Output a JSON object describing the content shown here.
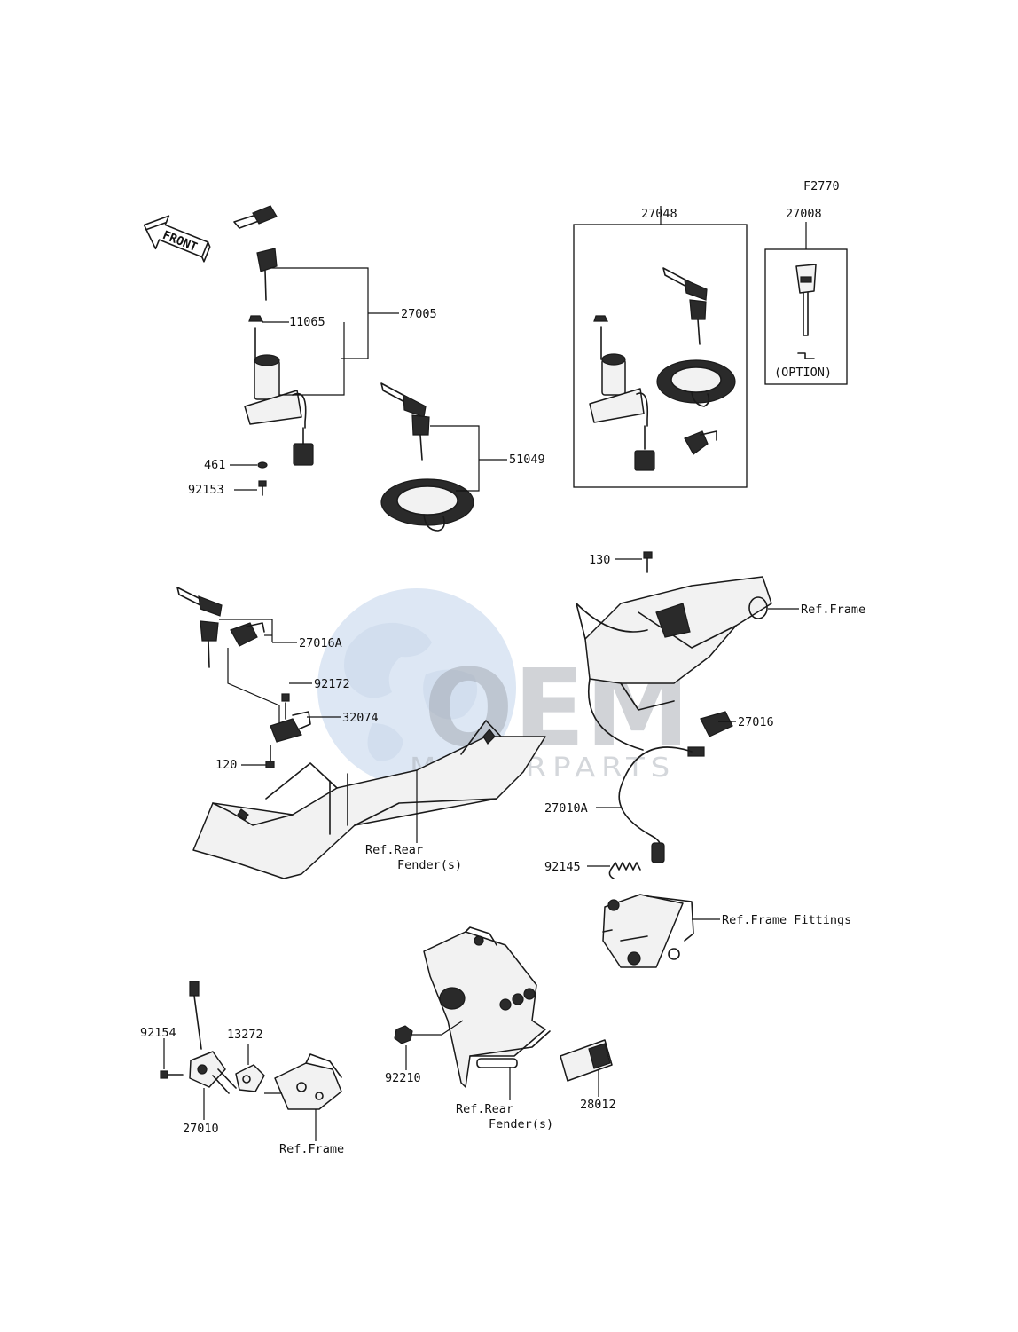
{
  "diagram_code": "F2770",
  "front_indicator": "FRONT",
  "watermark": {
    "brand": "OEM",
    "tagline": "MOTORPARTS"
  },
  "labels": {
    "p27048": "27048",
    "p27008": "27008",
    "option": "(OPTION)",
    "p27005": "27005",
    "p11065": "11065",
    "p461": "461",
    "p92153": "92153",
    "p51049": "51049",
    "p130": "130",
    "ref_frame_1": "Ref.Frame",
    "p27016A": "27016A",
    "p92172": "92172",
    "p32074": "32074",
    "p120": "120",
    "p27016": "27016",
    "ref_rear_fender_1a": "Ref.Rear",
    "ref_rear_fender_1b": "Fender(s)",
    "p27010A": "27010A",
    "p92145": "92145",
    "ref_frame_fittings": "Ref.Frame Fittings",
    "p92154": "92154",
    "p13272": "13272",
    "p27010": "27010",
    "ref_frame_2": "Ref.Frame",
    "p92210": "92210",
    "ref_rear_fender_2a": "Ref.Rear",
    "ref_rear_fender_2b": "Fender(s)",
    "p28012": "28012"
  },
  "icons": [
    "front-arrow-icon",
    "key-icon",
    "ignition-switch-icon",
    "fuel-cap-icon",
    "seat-lock-icon",
    "rear-fender-icon",
    "sensor-icon",
    "license-bracket-icon",
    "reflector-icon"
  ]
}
